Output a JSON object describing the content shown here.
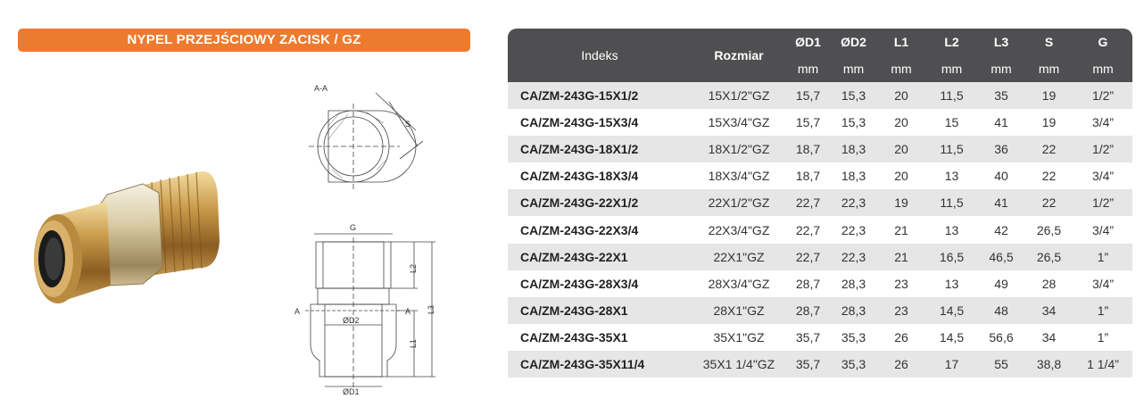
{
  "banner_title": "NYPEL PRZEJŚCIOWY ZACISK / GZ",
  "drawing": {
    "section_label": "A-A",
    "s_label": "S",
    "g_label": "G",
    "l2_label": "L2",
    "l3_label": "L3",
    "l1_label": "L1",
    "a_left_label": "A",
    "a_right_label": "A",
    "d2_label": "ØD2",
    "d1_label": "ØD1"
  },
  "table": {
    "headers": {
      "index": "Indeks",
      "size": "Rozmiar",
      "d1": "ØD1",
      "d2": "ØD2",
      "l1": "L1",
      "l2": "L2",
      "l3": "L3",
      "s": "S",
      "g": "G"
    },
    "units": {
      "d1": "mm",
      "d2": "mm",
      "l1": "mm",
      "l2": "mm",
      "l3": "mm",
      "s": "mm",
      "g": "mm"
    },
    "rows": [
      {
        "code": "CA/ZM-243G-15X1/2",
        "size": "15X1/2\"GZ",
        "d1": "15,7",
        "d2": "15,3",
        "l1": "20",
        "l2": "11,5",
        "l3": "35",
        "s": "19",
        "g": "1/2”"
      },
      {
        "code": "CA/ZM-243G-15X3/4",
        "size": "15X3/4\"GZ",
        "d1": "15,7",
        "d2": "15,3",
        "l1": "20",
        "l2": "15",
        "l3": "41",
        "s": "19",
        "g": "3/4”"
      },
      {
        "code": "CA/ZM-243G-18X1/2",
        "size": "18X1/2\"GZ",
        "d1": "18,7",
        "d2": "18,3",
        "l1": "20",
        "l2": "11,5",
        "l3": "36",
        "s": "22",
        "g": "1/2”"
      },
      {
        "code": "CA/ZM-243G-18X3/4",
        "size": "18X3/4\"GZ",
        "d1": "18,7",
        "d2": "18,3",
        "l1": "20",
        "l2": "13",
        "l3": "40",
        "s": "22",
        "g": "3/4”"
      },
      {
        "code": "CA/ZM-243G-22X1/2",
        "size": "22X1/2\"GZ",
        "d1": "22,7",
        "d2": "22,3",
        "l1": "19",
        "l2": "11,5",
        "l3": "41",
        "s": "22",
        "g": "1/2”"
      },
      {
        "code": "CA/ZM-243G-22X3/4",
        "size": "22X3/4\"GZ",
        "d1": "22,7",
        "d2": "22,3",
        "l1": "21",
        "l2": "13",
        "l3": "42",
        "s": "26,5",
        "g": "3/4”"
      },
      {
        "code": "CA/ZM-243G-22X1",
        "size": "22X1\"GZ",
        "d1": "22,7",
        "d2": "22,3",
        "l1": "21",
        "l2": "16,5",
        "l3": "46,5",
        "s": "26,5",
        "g": "1”"
      },
      {
        "code": "CA/ZM-243G-28X3/4",
        "size": "28X3/4\"GZ",
        "d1": "28,7",
        "d2": "28,3",
        "l1": "23",
        "l2": "13",
        "l3": "49",
        "s": "28",
        "g": "3/4”"
      },
      {
        "code": "CA/ZM-243G-28X1",
        "size": "28X1\"GZ",
        "d1": "28,7",
        "d2": "28,3",
        "l1": "23",
        "l2": "14,5",
        "l3": "48",
        "s": "34",
        "g": "1”"
      },
      {
        "code": "CA/ZM-243G-35X1",
        "size": "35X1\"GZ",
        "d1": "35,7",
        "d2": "35,3",
        "l1": "26",
        "l2": "14,5",
        "l3": "56,6",
        "s": "34",
        "g": "1”"
      },
      {
        "code": "CA/ZM-243G-35X11/4",
        "size": "35X1 1/4\"GZ",
        "d1": "35,7",
        "d2": "35,3",
        "l1": "26",
        "l2": "17",
        "l3": "55",
        "s": "38,8",
        "g": "1 1/4”"
      }
    ]
  }
}
